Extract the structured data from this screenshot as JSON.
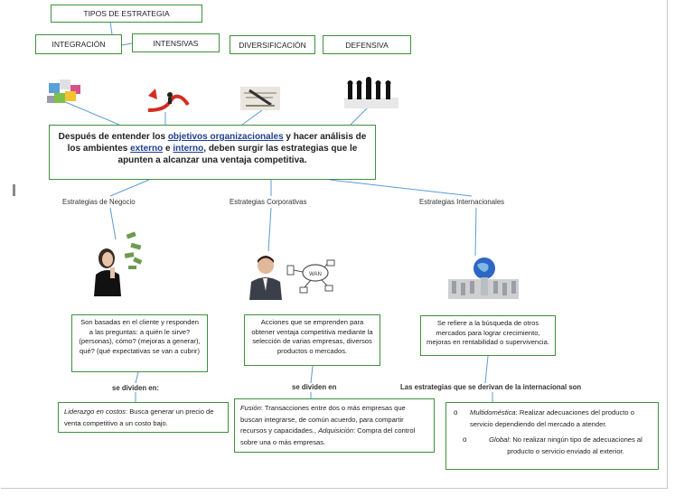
{
  "tipos_title": "TIPOS DE ESTRATEGIA",
  "types": [
    "INTEGRACIÓN",
    "INTENSIVAS",
    "DIVERSIFICACIÓN",
    "DEFENSIVA"
  ],
  "central": {
    "t1": "Después de entender los ",
    "k1": "objetivos organizacionales",
    "t2": " y hacer análisis de los ambientes ",
    "k2": "externo",
    "t3": " e ",
    "k3": "interno",
    "t4": ", deben surgir las estrategias que le apunten a alcanzar una ventaja competitiva."
  },
  "branches": [
    {
      "label": "Estrategias de Negocio",
      "image": "woman-thinking-money-image",
      "description": "Son basadas en el cliente y responden a las preguntas: a quién le sirve? (personas), cómo? (mejoras a generar), qué? (qué expectativas se van a cubrir)",
      "divide": "se dividen en:",
      "detail_term": "Liderazgo en costos",
      "detail_text": ": Busca generar un precio de venta competitivo a un costo bajo."
    },
    {
      "label": "Estrategias Corporativas",
      "image": "businessman-network-image",
      "description": "Acciones que se emprenden para obtener ventaja competitiva mediante la selección de varias empresas, diversos productos o mercados.",
      "divide": "se dividen en",
      "detail_term": "Fusión",
      "detail_text": ": Transacciones entre dos o más empresas que buscan integrarse, de común acuerdo, para compartir recursos y capacidades., ",
      "detail_term2": "Adquisición",
      "detail_text2": ": Compra del control sobre una o más empresas."
    },
    {
      "label": "Estrategias Internacionales",
      "image": "globe-chess-image",
      "description": "Se refiere a la búsqueda de otros mercados para lograr crecimiento, mejoras en rentabilidad o supervivencia.",
      "divide": "Las estrategias que se derivan de la internacional son",
      "item1_term": "Multidoméstica",
      "item1_text": ": Realizar adecuaciones del producto o servicio dependiendo del mercado a atender.",
      "item2_term": "Global",
      "item2_text": ": No realizar ningún tipo de adecuaciones al producto o servicio enviado al exterior."
    }
  ],
  "colors": {
    "box_border": "#3f8f3f",
    "connector": "#5b9bd5",
    "keyword": "#1f3f8f"
  }
}
